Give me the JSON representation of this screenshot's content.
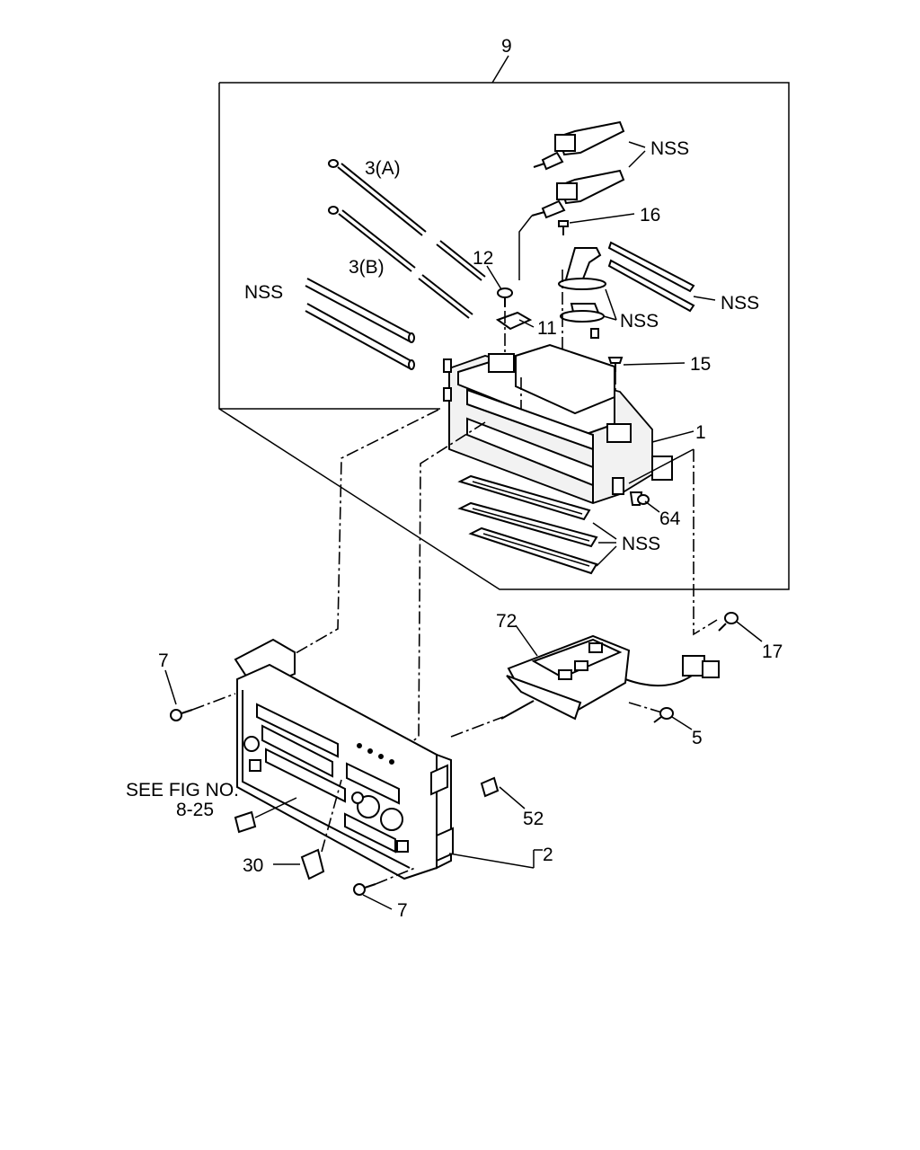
{
  "labels": {
    "assembly": "9",
    "rod_a": "3(A)",
    "rod_b": "3(B)",
    "nss_connectors": "NSS",
    "screw_16": "16",
    "nss_rods_left": "NSS",
    "part_12": "12",
    "part_11": "11",
    "nss_levers": "NSS",
    "nss_rods_right": "NSS",
    "screw_15": "15",
    "housing_1": "1",
    "screw_64": "64",
    "nss_slides": "NSS",
    "screw_7_top": "7",
    "blower_72": "72",
    "screw_17": "17",
    "screw_5": "5",
    "see_fig_line1": "SEE FIG NO.",
    "see_fig_line2": "8-25",
    "knob_52": "52",
    "panel_2": "2",
    "knob_30": "30",
    "screw_7_bottom": "7"
  }
}
